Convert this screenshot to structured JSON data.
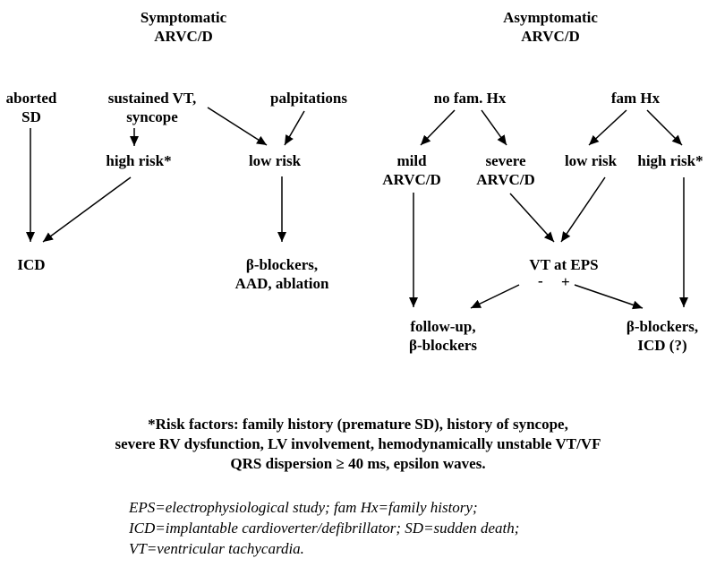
{
  "headings": {
    "symptomatic": [
      "Symptomatic",
      "ARVC/D"
    ],
    "asymptomatic": [
      "Asymptomatic",
      "ARVC/D"
    ]
  },
  "symptomatic_branch": {
    "aborted_sd": [
      "aborted",
      "SD"
    ],
    "sustained_vt_syncope": [
      "sustained VT,",
      "syncope"
    ],
    "palpitations": [
      "palpitations"
    ],
    "high_risk": [
      "high risk*"
    ],
    "low_risk": [
      "low risk"
    ],
    "icd": [
      "ICD"
    ],
    "beta_blockers_aad_ablation": [
      "β-blockers,",
      "AAD, ablation"
    ]
  },
  "asymptomatic_branch": {
    "no_fam_hx": [
      "no fam. Hx"
    ],
    "fam_hx": [
      "fam Hx"
    ],
    "mild_arvcd": [
      "mild",
      "ARVC/D"
    ],
    "severe_arvcd": [
      "severe",
      "ARVC/D"
    ],
    "low_risk": [
      "low risk"
    ],
    "high_risk": [
      "high risk*"
    ],
    "vt_at_eps": [
      "VT at EPS"
    ],
    "eps_negative": "-",
    "eps_positive": "+",
    "follow_up_beta_blockers": [
      "follow-up,",
      "β-blockers"
    ],
    "beta_blockers_icd": [
      "β-blockers,",
      "ICD (?)"
    ]
  },
  "risk_factors_note": [
    "*Risk factors: family history (premature SD), history of syncope,",
    "severe RV dysfunction, LV involvement, hemodynamically unstable VT/VF",
    "QRS dispersion ≥ 40 ms, epsilon waves."
  ],
  "abbreviations_note": [
    "EPS=electrophysiological study; fam Hx=family history;",
    "ICD=implantable cardioverter/defibrillator; SD=sudden death;",
    "VT=ventricular tachycardia."
  ]
}
